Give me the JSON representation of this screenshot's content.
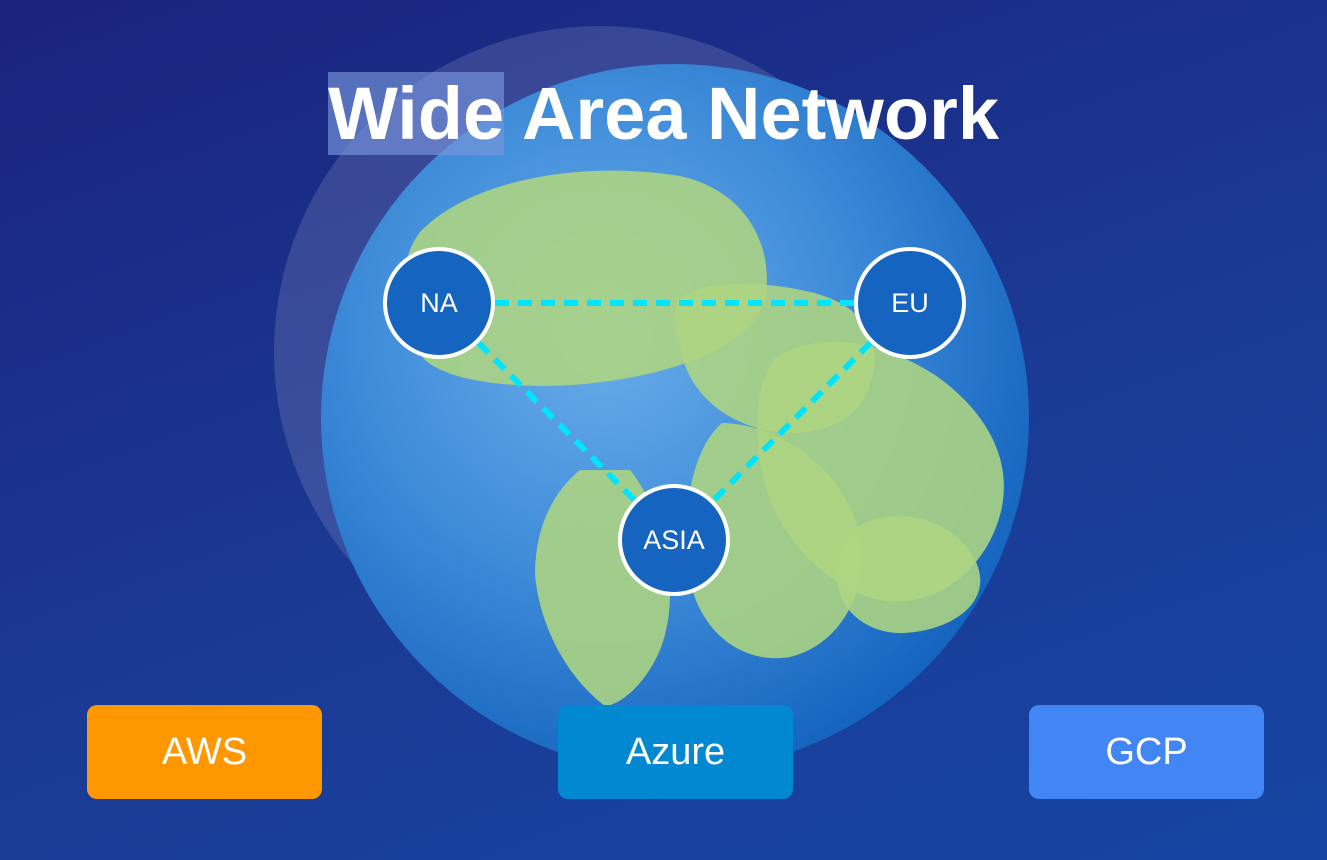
{
  "title": {
    "selected_part": "Wide",
    "rest": " Area Network"
  },
  "nodes": [
    {
      "id": "na",
      "label": "NA"
    },
    {
      "id": "eu",
      "label": "EU"
    },
    {
      "id": "asia",
      "label": "ASIA"
    }
  ],
  "links": [
    {
      "from": "na",
      "to": "eu"
    },
    {
      "from": "na",
      "to": "asia"
    },
    {
      "from": "eu",
      "to": "asia"
    }
  ],
  "providers": [
    {
      "label": "AWS",
      "color": "#ff9800"
    },
    {
      "label": "Azure",
      "color": "#0288d1"
    },
    {
      "label": "GCP",
      "color": "#4285f4"
    }
  ],
  "colors": {
    "background": "#1a237e",
    "globe_light": "#64b5f6",
    "globe_dark": "#1565c0",
    "land": "#aed581",
    "link": "#00e5ff",
    "node_fill": "#1565c0",
    "node_stroke": "#ffffff"
  }
}
